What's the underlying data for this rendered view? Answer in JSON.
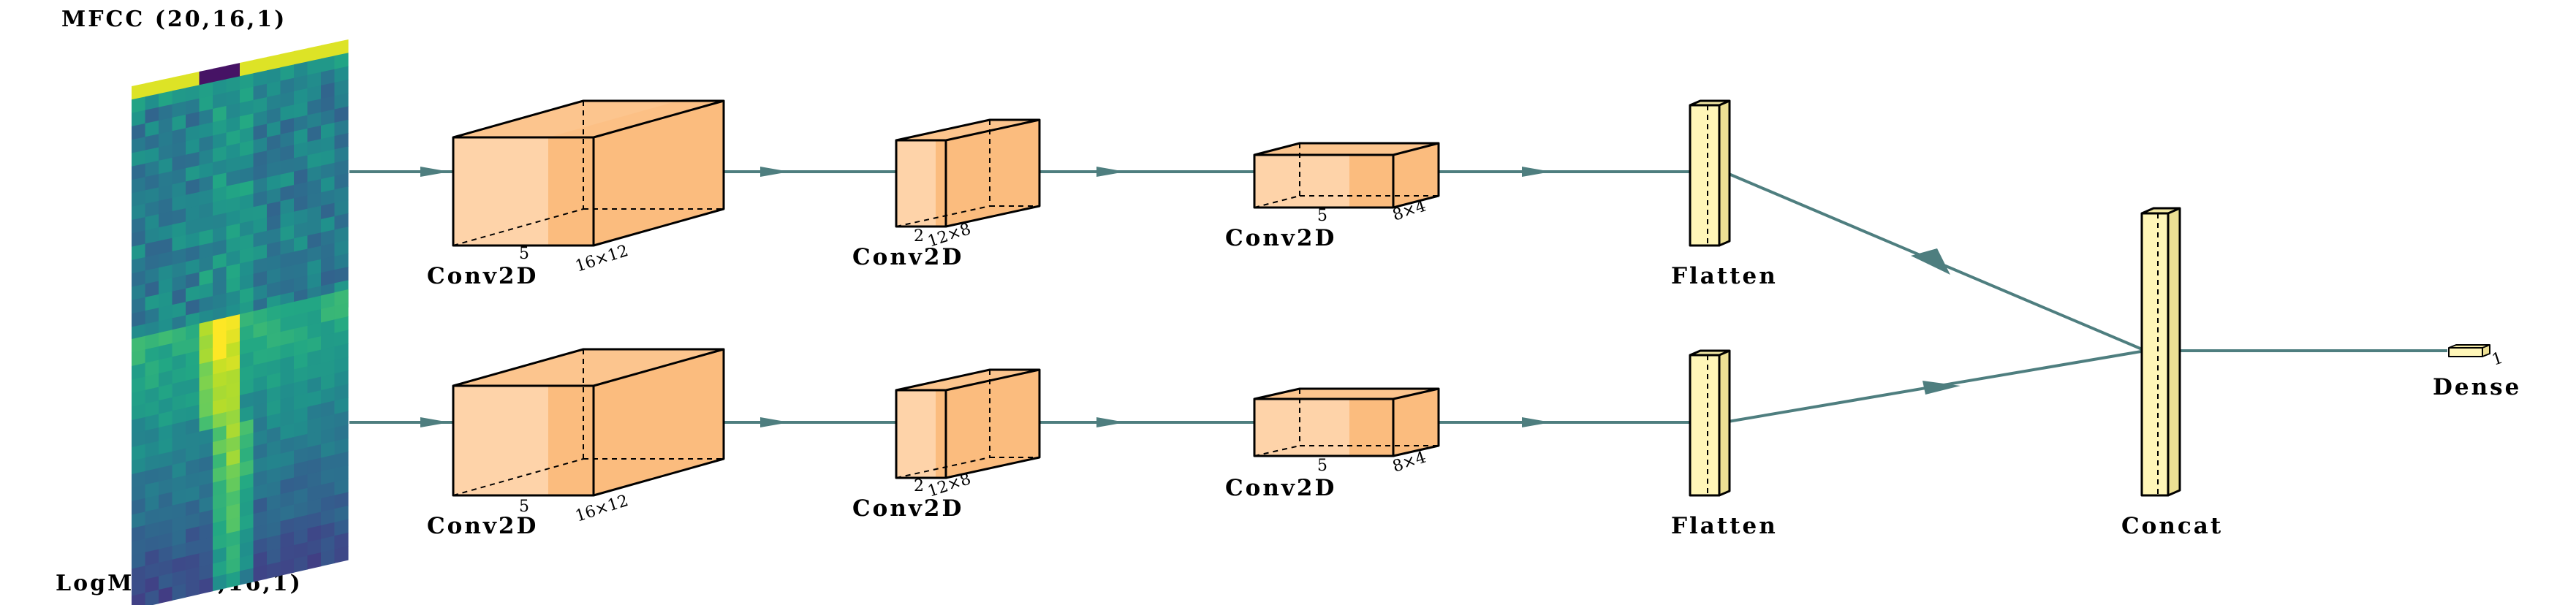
{
  "colors": {
    "conv_front": "#fed3a9",
    "conv_side": "#fbbc7e",
    "conv_top": "#fcc58e",
    "flatten_front": "#fff6b8",
    "flatten_side": "#ecdf93",
    "arrow": "#4e7e7f"
  },
  "inputs": {
    "mfcc_label": "MFCC (20,16,1)",
    "logmel_label": "LogMel (20,16,1)"
  },
  "branches": [
    {
      "conv1": {
        "label": "Conv2D",
        "dim_a": "5",
        "dim_b": "16×12"
      },
      "conv2": {
        "label": "Conv2D",
        "dim_a": "2",
        "dim_b": "12×8"
      },
      "conv3": {
        "label": "Conv2D",
        "dim_a": "5",
        "dim_b": "8×4"
      },
      "flatten": {
        "label": "Flatten"
      }
    },
    {
      "conv1": {
        "label": "Conv2D",
        "dim_a": "5",
        "dim_b": "16×12"
      },
      "conv2": {
        "label": "Conv2D",
        "dim_a": "2",
        "dim_b": "12×8"
      },
      "conv3": {
        "label": "Conv2D",
        "dim_a": "5",
        "dim_b": "8×4"
      },
      "flatten": {
        "label": "Flatten"
      }
    }
  ],
  "concat": {
    "label": "Concat"
  },
  "dense": {
    "label": "Dense",
    "dim": "1"
  }
}
